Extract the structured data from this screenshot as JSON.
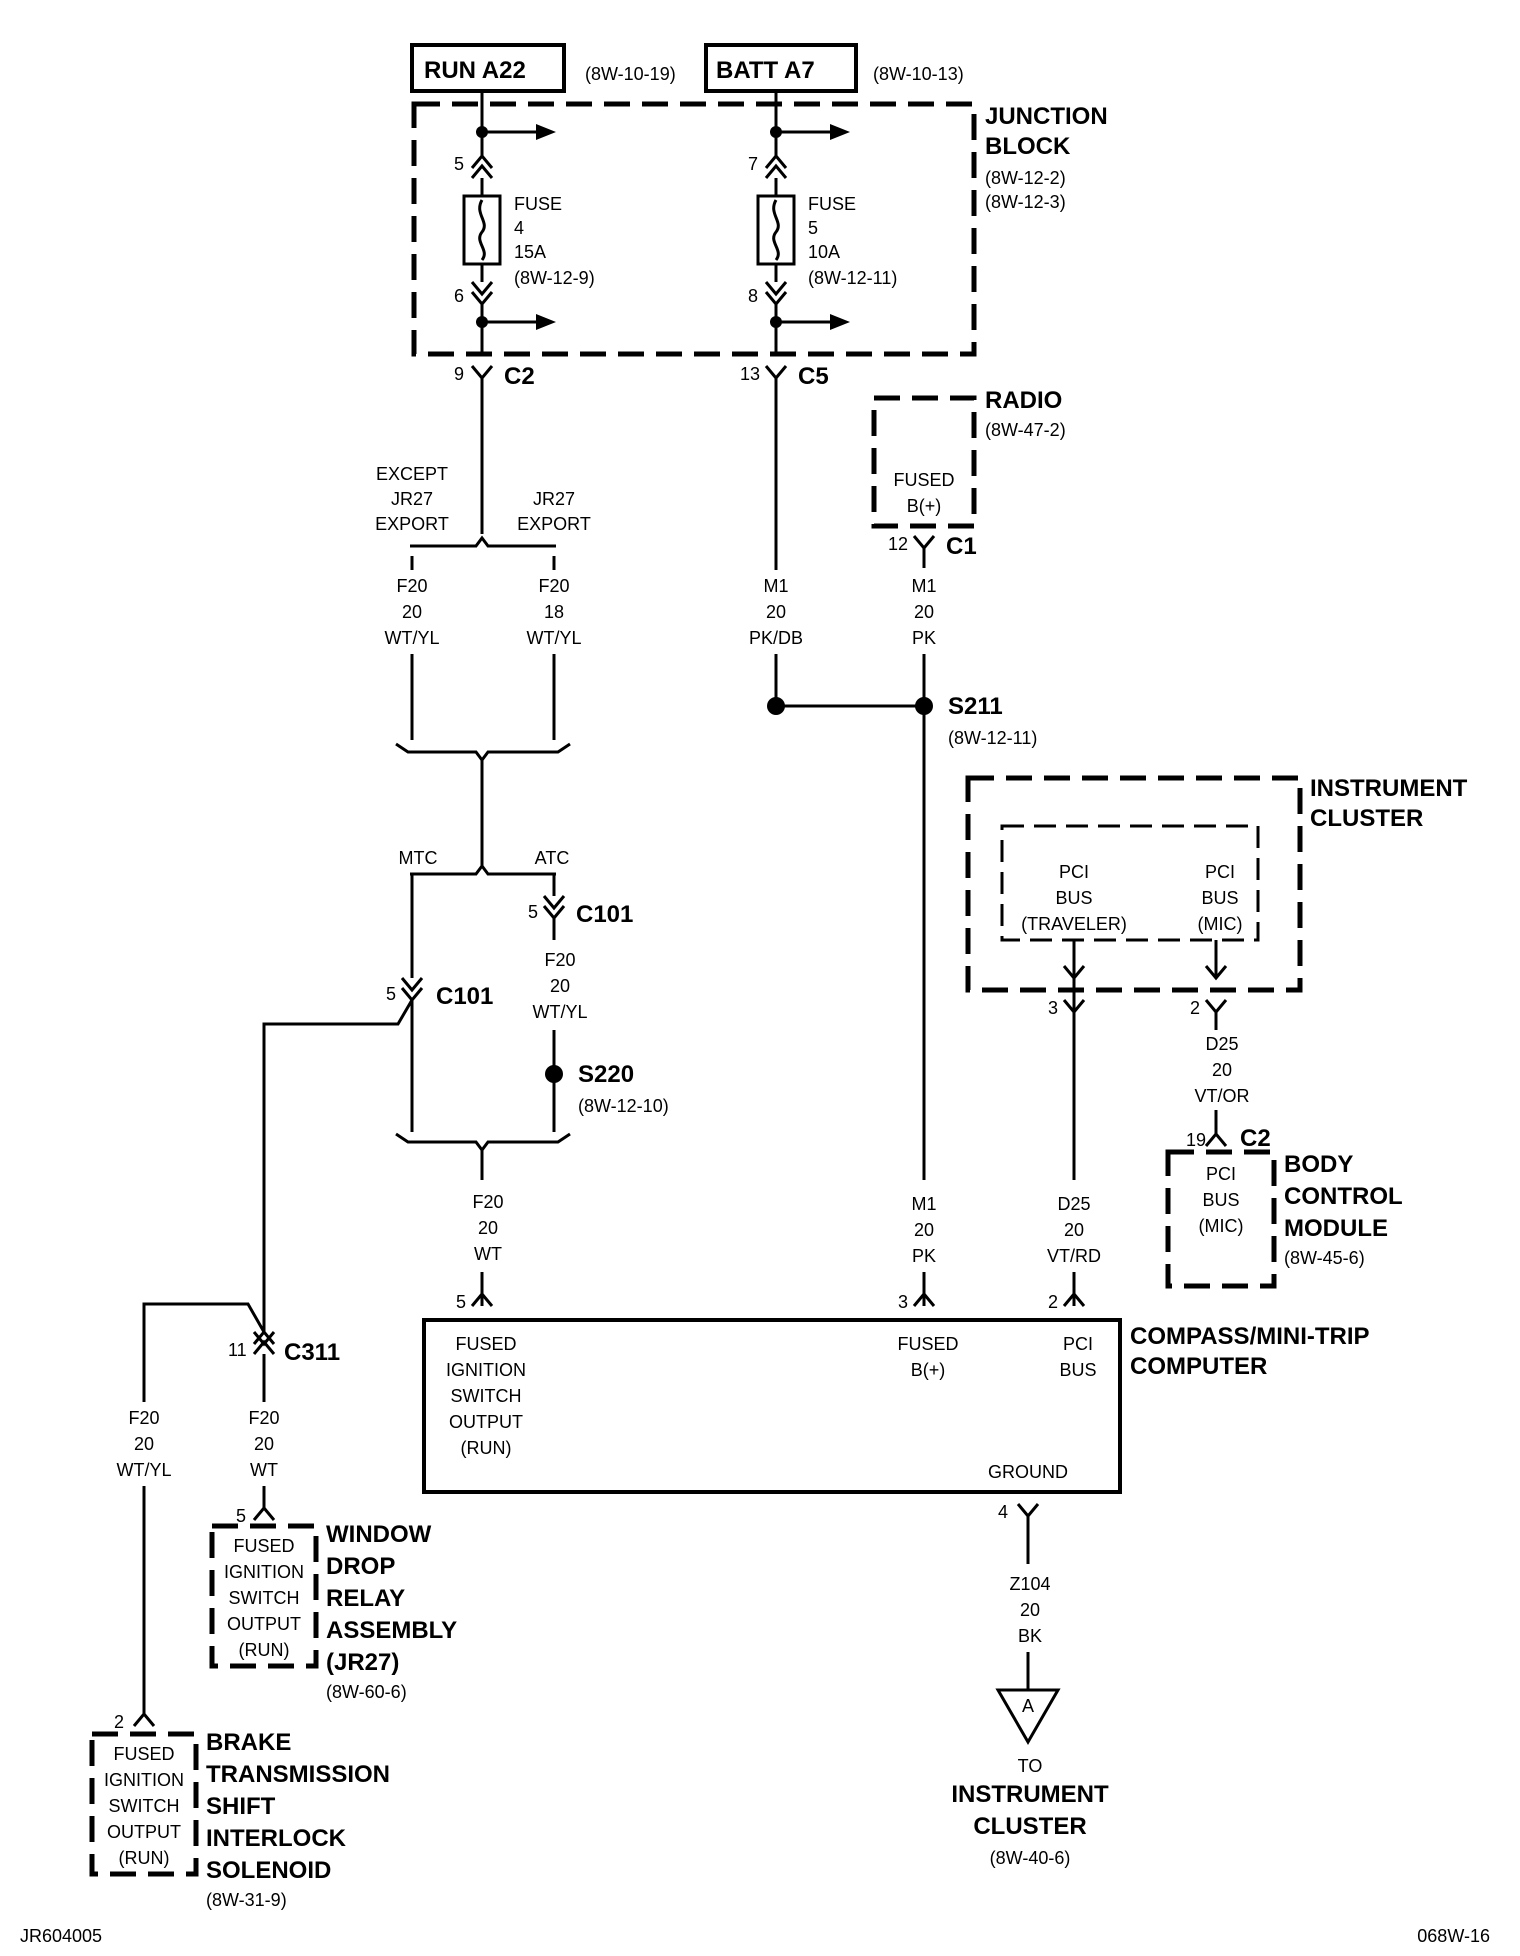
{
  "sources": {
    "run": {
      "label": "RUN A22",
      "ref": "(8W-10-19)"
    },
    "batt": {
      "label": "BATT A7",
      "ref": "(8W-10-13)"
    }
  },
  "junction_block": {
    "name1": "JUNCTION",
    "name2": "BLOCK",
    "ref1": "(8W-12-2)",
    "ref2": "(8W-12-3)"
  },
  "fuse4": {
    "pin_in": "5",
    "pin_out": "6",
    "l1": "FUSE",
    "l2": "4",
    "l3": "15A",
    "l4": "(8W-12-9)",
    "conn_pin": "9",
    "conn": "C2"
  },
  "fuse5": {
    "pin_in": "7",
    "pin_out": "8",
    "l1": "FUSE",
    "l2": "5",
    "l3": "10A",
    "l4": "(8W-12-11)",
    "conn_pin": "13",
    "conn": "C5"
  },
  "radio": {
    "name": "RADIO",
    "ref": "(8W-47-2)",
    "l1": "FUSED",
    "l2": "B(+)",
    "pin": "12",
    "conn": "C1"
  },
  "split1": {
    "left1": "EXCEPT",
    "left2": "JR27",
    "left3": "EXPORT",
    "right1": "JR27",
    "right2": "EXPORT"
  },
  "wire_f20_20_wtyl": {
    "c": "F20",
    "g": "20",
    "col": "WT/YL"
  },
  "wire_f20_18_wtyl": {
    "c": "F20",
    "g": "18",
    "col": "WT/YL"
  },
  "wire_m1_pkdb": {
    "c": "M1",
    "g": "20",
    "col": "PK/DB"
  },
  "wire_m1_pk_top": {
    "c": "M1",
    "g": "20",
    "col": "PK"
  },
  "s211": {
    "name": "S211",
    "ref": "(8W-12-11)"
  },
  "split2": {
    "left": "MTC",
    "right": "ATC"
  },
  "c101_atc": {
    "pin": "5",
    "conn": "C101"
  },
  "c101_mtc": {
    "pin": "5",
    "conn": "C101"
  },
  "wire_f20_atc": {
    "c": "F20",
    "g": "20",
    "col": "WT/YL"
  },
  "s220": {
    "name": "S220",
    "ref": "(8W-12-10)"
  },
  "instrument_cluster": {
    "name1": "INSTRUMENT",
    "name2": "CLUSTER",
    "trav1": "PCI",
    "trav2": "BUS",
    "trav3": "(TRAVELER)",
    "mic1": "PCI",
    "mic2": "BUS",
    "mic3": "(MIC)",
    "pin_trav": "3",
    "pin_mic": "2"
  },
  "wire_d25_vtor": {
    "c": "D25",
    "g": "20",
    "col": "VT/OR"
  },
  "bcm": {
    "pin": "19",
    "conn": "C2",
    "l1": "PCI",
    "l2": "BUS",
    "l3": "(MIC)",
    "name1": "BODY",
    "name2": "CONTROL",
    "name3": "MODULE",
    "ref": "(8W-45-6)"
  },
  "wire_f20_wt": {
    "c": "F20",
    "g": "20",
    "col": "WT"
  },
  "wire_m1_pk_low": {
    "c": "M1",
    "g": "20",
    "col": "PK"
  },
  "wire_d25_vtrd": {
    "c": "D25",
    "g": "20",
    "col": "VT/RD"
  },
  "computer": {
    "name1": "COMPASS/MINI-TRIP",
    "name2": "COMPUTER",
    "pin_ign": "5",
    "pin_batt": "3",
    "pin_pci": "2",
    "pin_gnd": "4",
    "ign1": "FUSED",
    "ign2": "IGNITION",
    "ign3": "SWITCH",
    "ign4": "OUTPUT",
    "ign5": "(RUN)",
    "batt1": "FUSED",
    "batt2": "B(+)",
    "pci1": "PCI",
    "pci2": "BUS",
    "gnd": "GROUND"
  },
  "wire_z104": {
    "c": "Z104",
    "g": "20",
    "col": "BK"
  },
  "ground_ref": {
    "symbol": "A",
    "to": "TO",
    "name1": "INSTRUMENT",
    "name2": "CLUSTER",
    "ref": "(8W-40-6)"
  },
  "c311": {
    "pin": "11",
    "conn": "C311"
  },
  "wire_f20_wtyl_left": {
    "c": "F20",
    "g": "20",
    "col": "WT/YL"
  },
  "wire_f20_wt_c311": {
    "c": "F20",
    "g": "20",
    "col": "WT"
  },
  "window_relay": {
    "pin": "5",
    "l1": "FUSED",
    "l2": "IGNITION",
    "l3": "SWITCH",
    "l4": "OUTPUT",
    "l5": "(RUN)",
    "n1": "WINDOW",
    "n2": "DROP",
    "n3": "RELAY",
    "n4": "ASSEMBLY",
    "n5": "(JR27)",
    "ref": "(8W-60-6)"
  },
  "brake_solenoid": {
    "pin": "2",
    "l1": "FUSED",
    "l2": "IGNITION",
    "l3": "SWITCH",
    "l4": "OUTPUT",
    "l5": "(RUN)",
    "n1": "BRAKE",
    "n2": "TRANSMISSION",
    "n3": "SHIFT",
    "n4": "INTERLOCK",
    "n5": "SOLENOID",
    "ref": "(8W-31-9)"
  },
  "footer": {
    "left": "JR604005",
    "right": "068W-16"
  }
}
